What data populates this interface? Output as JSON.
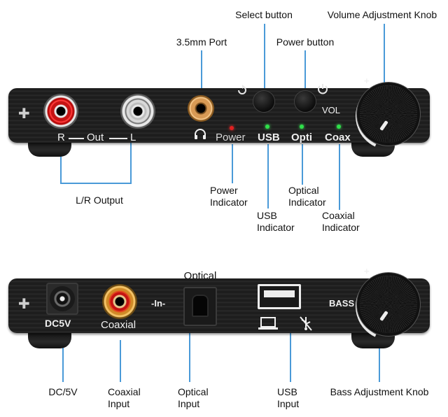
{
  "callouts": {
    "select_button": "Select button",
    "volume_knob": "Volume Adjustment Knob",
    "port_35": "3.5mm Port",
    "power_button": "Power button",
    "lr_output": "L/R Output",
    "power_indicator": [
      "Power",
      "Indicator"
    ],
    "optical_indicator": [
      "Optical",
      "Indicator"
    ],
    "usb_indicator": [
      "USB",
      "Indicator"
    ],
    "coaxial_indicator": [
      "Coaxial",
      "Indicator"
    ],
    "optical_top": "Optical",
    "dc_5v": "DC/5V",
    "coaxial_input": [
      "Coaxial",
      "Input"
    ],
    "optical_input": [
      "Optical",
      "Input"
    ],
    "usb_input": [
      "USB",
      "Input"
    ],
    "bass_knob": "Bass Adjustment Knob"
  },
  "front_panel": {
    "r": "R",
    "out": "Out",
    "l": "L",
    "power": "Power",
    "usb": "USB",
    "opti": "Opti",
    "coax": "Coax",
    "vol": "VOL",
    "plus": "+",
    "minus": "−"
  },
  "back_panel": {
    "dc5v": "DC5V",
    "coaxial": "Coaxial",
    "in": "-In-",
    "bass": "BASS",
    "plus": "+",
    "minus": "−"
  },
  "colors": {
    "leader": "#4a9ad8",
    "led_power": "#e02020",
    "led_green": "#2fe04a"
  },
  "icons": [
    "headphone-icon",
    "select-icon",
    "power-icon",
    "laptop-icon",
    "usb-muted-icon"
  ]
}
